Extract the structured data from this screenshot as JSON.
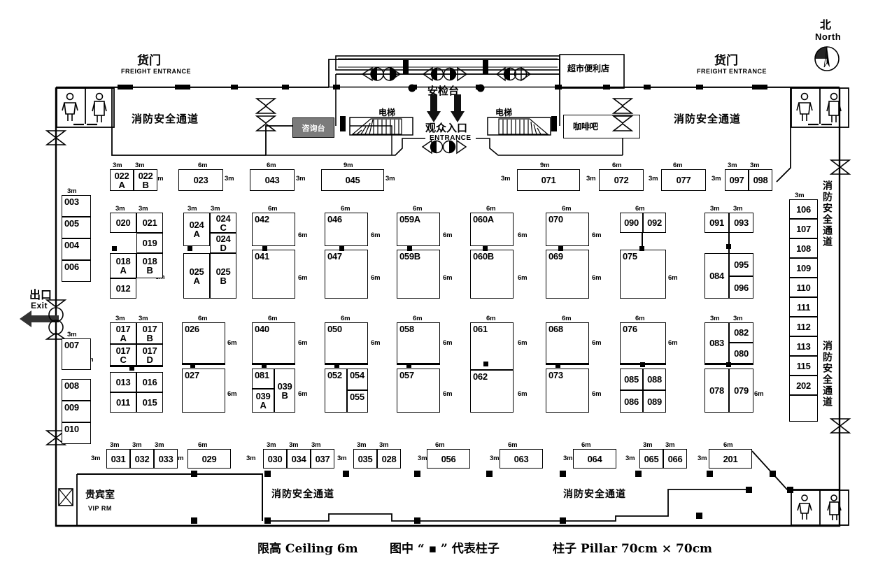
{
  "page": {
    "title": "Exhibition Hall Floor Plan",
    "compass": {
      "cn": "北",
      "en": "North"
    },
    "legend": [
      "限高 Ceiling 6m",
      "图中 “ ▪ ” 代表柱子",
      "柱子 Pillar 70cm × 70cm"
    ]
  },
  "labels": {
    "freight_entrance_cn": "货门",
    "freight_entrance_en": "FREIGHT  ENTRANCE",
    "fire_passage": "消防安全通道",
    "fire_passage_vertical": "消防安全通道",
    "exit_cn": "出口",
    "exit_en": "Exit",
    "security_check": "安检台",
    "visitor_entrance_cn": "观众入口",
    "visitor_entrance_en": "ENTRANCE",
    "escalator": "电梯",
    "info_desk": "咨询台",
    "convenience_store": "超市便利店",
    "coffee_bar": "咖啡吧",
    "vip_room_cn": "贵宾室",
    "vip_room_en": "VIP  RM"
  },
  "dims": {
    "m3": "3m",
    "m6": "6m",
    "m9": "9m"
  },
  "booths": {
    "left_column_top": [
      "003",
      "005",
      "004",
      "006"
    ],
    "left_column_bottom": [
      "007",
      "008",
      "009",
      "010"
    ],
    "right_column": [
      "106",
      "107",
      "108",
      "109",
      "110",
      "111",
      "112",
      "113",
      "115",
      "202"
    ],
    "top_row_left": [
      "022\nA",
      "022\nB",
      "023",
      "043",
      "045"
    ],
    "top_row_right": [
      "071",
      "072",
      "077",
      "097",
      "098"
    ],
    "bottom_row": [
      "031",
      "032",
      "033",
      "029",
      "030",
      "034",
      "037",
      "035",
      "028",
      "056",
      "063",
      "064",
      "065",
      "066",
      "201"
    ],
    "block_020": [
      "020",
      "021",
      "019",
      "018\nA",
      "018\nB",
      "012"
    ],
    "block_024": [
      "024\nA",
      "024\nC",
      "024\nD",
      "025\nA",
      "025\nB"
    ],
    "block_042": [
      "042",
      "041"
    ],
    "block_046": [
      "046",
      "047"
    ],
    "block_059": [
      "059A",
      "059B"
    ],
    "block_060": [
      "060A",
      "060B"
    ],
    "block_070": [
      "070",
      "069"
    ],
    "block_090": [
      "090",
      "092",
      "075"
    ],
    "block_091": [
      "091",
      "093",
      "084",
      "095",
      "096"
    ],
    "block_017": [
      "017\nA",
      "017\nB",
      "017\nC",
      "017\nD",
      "013",
      "016",
      "011",
      "015"
    ],
    "block_026": [
      "026",
      "027"
    ],
    "block_040": [
      "040",
      "081",
      "039\nB",
      "039\nA"
    ],
    "block_050": [
      "050",
      "052",
      "054",
      "055"
    ],
    "block_058": [
      "058",
      "057"
    ],
    "block_061": [
      "061",
      "062"
    ],
    "block_068": [
      "068",
      "073"
    ],
    "block_076": [
      "076",
      "085",
      "088",
      "086",
      "089"
    ],
    "block_083": [
      "083",
      "082",
      "080",
      "078",
      "079"
    ]
  },
  "colors": {
    "line": "#000000",
    "info_desk_fill": "#7b7b7b",
    "paper": "#ffffff"
  }
}
